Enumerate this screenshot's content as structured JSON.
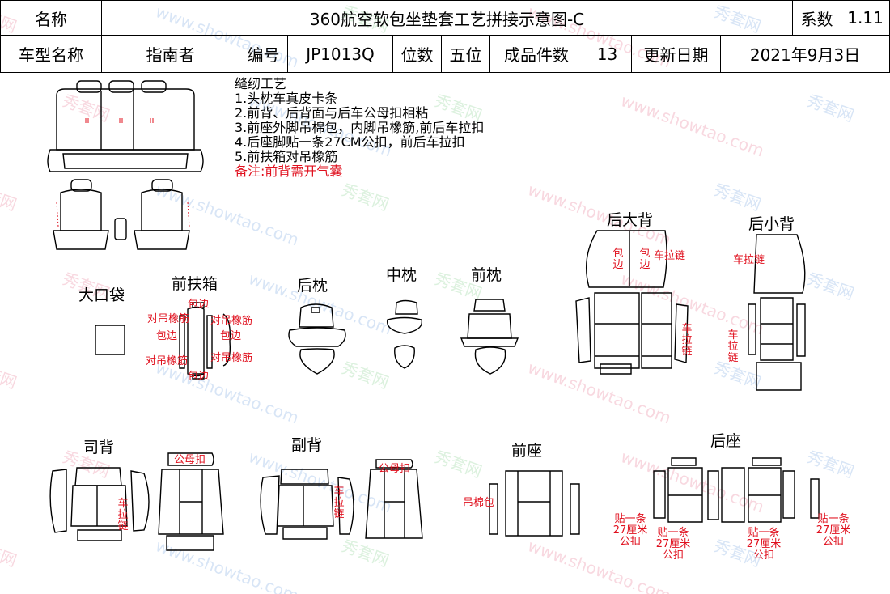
{
  "header": {
    "name_label": "名称",
    "title": "360航空软包坐垫套工艺拼接示意图-C",
    "coef_label": "系数",
    "coef_value": "1.11",
    "model_label": "车型名称",
    "model_value": "指南者",
    "code_label": "编号",
    "code_value": "JP1013Q",
    "seats_label": "位数",
    "seats_value": "五位",
    "pieces_label": "成品件数",
    "pieces_value": "13",
    "date_label": "更新日期",
    "date_value": "2021年9月3日"
  },
  "notes": {
    "title": "缝纫工艺",
    "items": [
      "1.头枕车真皮卡条",
      "2.前背、后背面与后车公母扣相粘",
      "3.前座外脚吊棉包，内脚吊橡筋,前后车拉扣",
      "4.后座脚贴一条27CM公扣，前后车拉扣",
      "5.前扶箱对吊橡筋"
    ],
    "remark": "备注:前背需开气囊"
  },
  "sections": {
    "big_pocket": "大口袋",
    "armrest": "前扶箱",
    "rear_headrest": "后枕",
    "mid_headrest": "中枕",
    "front_headrest": "前枕",
    "rear_big_back": "后大背",
    "rear_small_back": "后小背",
    "driver_back": "司背",
    "passenger_back": "副背",
    "front_seat": "前座",
    "rear_seat": "后座"
  },
  "annotations": {
    "hang_elastic": "对吊橡筋",
    "edging": "包边",
    "zipper": "车拉链",
    "cotton_bag": "吊棉包",
    "male_buckle": "公母扣",
    "strip": "贴一条",
    "cm27": "27厘米",
    "male": "公扣"
  },
  "watermark": {
    "text1": "秀套网",
    "text2": "www.showtao.com"
  },
  "colors": {
    "red": "#e0101e",
    "watermark_pink": "#f2b8c6",
    "watermark_blue": "#b8d0ee",
    "watermark_green": "#bfe6c4"
  }
}
